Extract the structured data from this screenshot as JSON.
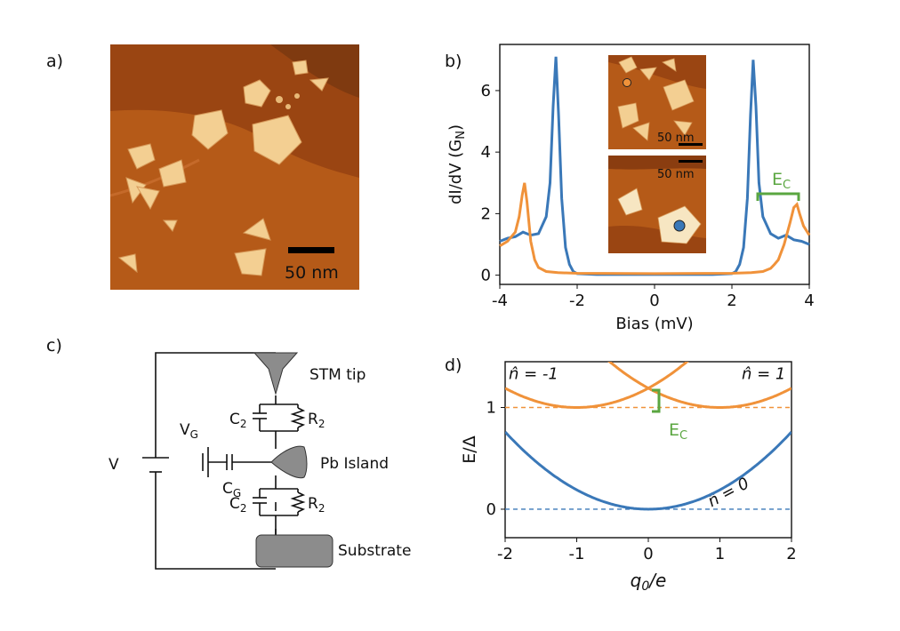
{
  "panels": {
    "a": "a)",
    "b": "b)",
    "c": "c)",
    "d": "d)"
  },
  "panel_a": {
    "scale_bar": "50 nm"
  },
  "colors": {
    "blue": "#3a78b8",
    "orange": "#f0923a",
    "green": "#5aa640",
    "stm_bg": "#b55a18",
    "stm_dark": "#8a3d10",
    "island": "#f3cf92",
    "device_gray": "#8c8c8c"
  },
  "panel_b": {
    "inset_top_scale": "50 nm",
    "inset_bottom_scale": "50 nm",
    "ec_label": "E",
    "ec_sub": "C"
  },
  "panel_c": {
    "stm_tip": "STM tip",
    "pb_island": "Pb Island",
    "substrate": "Substrate",
    "v": "V",
    "vg": "V",
    "vg_sub": "G",
    "cg": "C",
    "cg_sub": "G",
    "c2_top": "C",
    "c2_top_sub": "2",
    "r2_top": "R",
    "r2_top_sub": "2",
    "c2_bot": "C",
    "c2_bot_sub": "2",
    "r2_bot": "R",
    "r2_bot_sub": "2"
  },
  "panel_d": {
    "ec_label": "E",
    "ec_sub": "C"
  },
  "chart_data": [
    {
      "panel": "b",
      "type": "line",
      "xlabel": "Bias (mV)",
      "ylabel": "dI/dV (G",
      "ylabel_sub": "N",
      "ylabel_close": ")",
      "xlim": [
        -4,
        4
      ],
      "ylim": [
        -0.3,
        7.5
      ],
      "xticks": [
        -4,
        -2,
        0,
        2,
        4
      ],
      "yticks": [
        0,
        2,
        4,
        6
      ],
      "series": [
        {
          "color": "#3a78b8",
          "x": [
            -4.0,
            -3.8,
            -3.6,
            -3.4,
            -3.2,
            -3.0,
            -2.8,
            -2.7,
            -2.62,
            -2.55,
            -2.48,
            -2.4,
            -2.3,
            -2.2,
            -2.1,
            -2.0,
            -1.5,
            -1.0,
            0.0,
            1.0,
            1.5,
            2.0,
            2.1,
            2.2,
            2.3,
            2.4,
            2.48,
            2.55,
            2.62,
            2.7,
            2.8,
            3.0,
            3.2,
            3.4,
            3.6,
            3.8,
            4.0
          ],
          "y": [
            1.1,
            1.2,
            1.25,
            1.4,
            1.3,
            1.35,
            1.9,
            3.0,
            5.5,
            7.1,
            5.2,
            2.5,
            0.9,
            0.35,
            0.12,
            0.05,
            0.02,
            0.02,
            0.02,
            0.02,
            0.02,
            0.05,
            0.12,
            0.35,
            0.9,
            2.5,
            5.2,
            7.0,
            5.5,
            3.0,
            1.9,
            1.35,
            1.2,
            1.3,
            1.15,
            1.1,
            1.0
          ]
        },
        {
          "color": "#f0923a",
          "x": [
            -4.0,
            -3.8,
            -3.6,
            -3.5,
            -3.42,
            -3.36,
            -3.3,
            -3.2,
            -3.1,
            -3.0,
            -2.8,
            -2.5,
            -2.0,
            0.0,
            2.0,
            2.5,
            2.8,
            3.0,
            3.1,
            3.2,
            3.35,
            3.5,
            3.6,
            3.68,
            3.75,
            3.85,
            4.0
          ],
          "y": [
            0.95,
            1.1,
            1.4,
            1.9,
            2.6,
            3.0,
            2.4,
            1.1,
            0.5,
            0.25,
            0.12,
            0.08,
            0.06,
            0.05,
            0.06,
            0.08,
            0.12,
            0.22,
            0.35,
            0.5,
            1.0,
            1.7,
            2.2,
            2.3,
            2.0,
            1.6,
            1.3
          ]
        }
      ]
    },
    {
      "panel": "d",
      "type": "line",
      "xlabel": "q",
      "xlabel_sub": "0",
      "xlabel_rest": "/e",
      "ylabel": "E/Δ",
      "xlim": [
        -2,
        2
      ],
      "ylim": [
        -0.28,
        1.45
      ],
      "xticks": [
        -2,
        -1,
        0,
        1,
        2
      ],
      "yticks": [
        0,
        1
      ],
      "series": [
        {
          "name": "n̂ = 0",
          "color": "#3a78b8",
          "center": 0,
          "offset": 0,
          "curvature": 0.19
        },
        {
          "name": "n̂ = -1",
          "color": "#f0923a",
          "center": -1,
          "offset": 1,
          "curvature": 0.19
        },
        {
          "name": "n̂ = 1",
          "color": "#f0923a",
          "center": 1,
          "offset": 1,
          "curvature": 0.19
        }
      ],
      "reference_lines": [
        {
          "y": 0,
          "color": "#3a78b8",
          "style": "dashed"
        },
        {
          "y": 1,
          "color": "#f0923a",
          "style": "dashed"
        }
      ]
    }
  ]
}
